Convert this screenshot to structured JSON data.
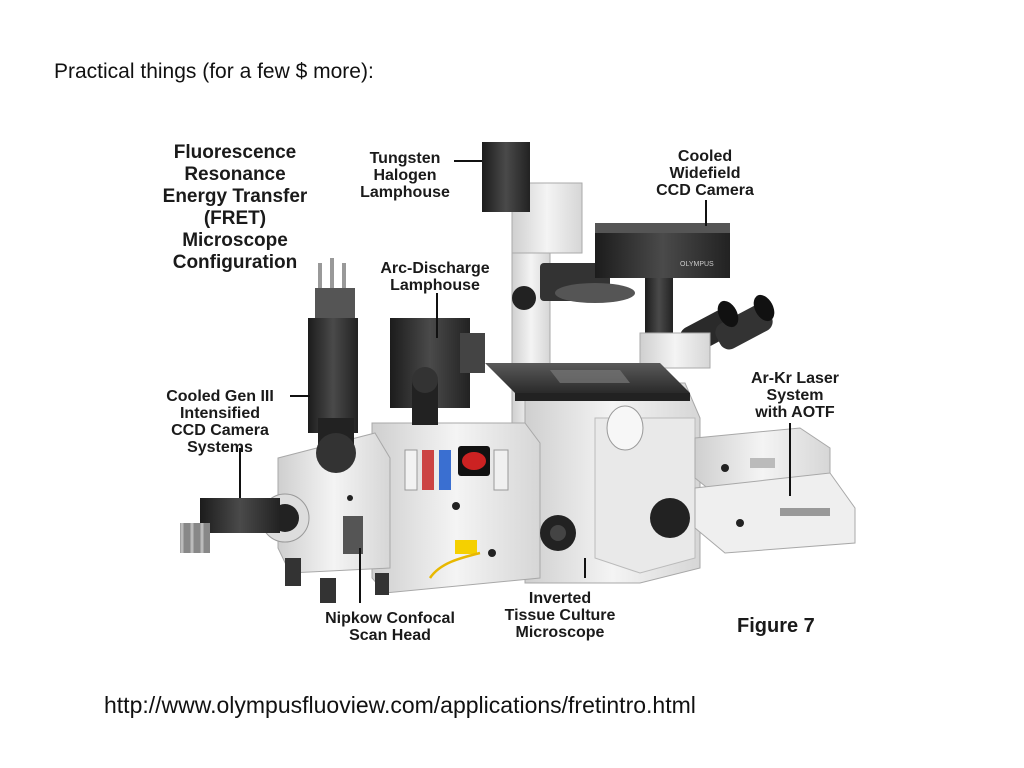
{
  "slide": {
    "heading": "Practical things (for a few $ more):",
    "source_url": "http://www.olympusfluoview.com/applications/fretintro.html"
  },
  "figure": {
    "title": "Fluorescence\nResonance\nEnergy Transfer\n(FRET)\nMicroscope\nConfiguration",
    "figure_label": "Figure 7",
    "labels": {
      "tungsten": "Tungsten\nHalogen\nLamphouse",
      "ccd_camera": "Cooled\nWidefield\nCCD Camera",
      "arc_discharge": "Arc-Discharge\nLamphouse",
      "gen3_camera": "Cooled Gen III\nIntensified\nCCD Camera\nSystems",
      "laser": "Ar-Kr Laser\nSystem\nwith AOTF",
      "nipkow": "Nipkow Confocal\nScan Head",
      "inverted": "Inverted\nTissue Culture\nMicroscope"
    },
    "device_text": {
      "camera_brand": "OLYMPUS"
    }
  }
}
